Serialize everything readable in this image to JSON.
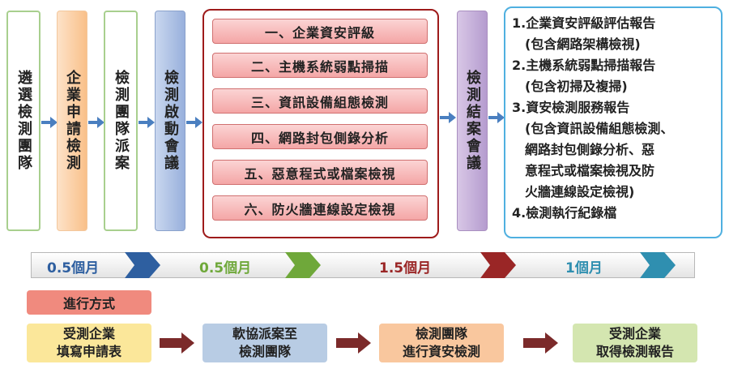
{
  "stages": [
    {
      "label": "遴選檢測團隊"
    },
    {
      "label": "企業申請檢測"
    },
    {
      "label": "檢測團隊派案"
    },
    {
      "label": "檢測啟動會議"
    },
    {
      "label": "檢測結案會議"
    }
  ],
  "items": [
    "一、企業資安評級",
    "二、主機系統弱點掃描",
    "三、資訊設備組態檢測",
    "四、網路封包側錄分析",
    "五、惡意程式或檔案檢視",
    "六、防火牆連線設定檢視"
  ],
  "reports": [
    "1.企業資安評級評估報告",
    "(包含網路架構檢視)",
    "2.主機系統弱點掃描報告",
    "(包含初掃及複掃)",
    "3.資安檢測服務報告",
    "(包含資訊設備組態檢測、",
    "網路封包側錄分析、惡",
    "意程式或檔案檢視及防",
    "火牆連線設定檢視)",
    "4.檢測執行紀錄檔"
  ],
  "timeline": [
    {
      "label": "0.5個月",
      "color": "#2e5fa0"
    },
    {
      "label": "0.5個月",
      "color": "#6fa83a"
    },
    {
      "label": "1.5個月",
      "color": "#9a2626"
    },
    {
      "label": "1個月",
      "color": "#2f8fb0"
    }
  ],
  "method_label": "進行方式",
  "steps": [
    {
      "line1": "受測企業",
      "line2": "填寫申請表",
      "color": "#fbe79a"
    },
    {
      "line1": "軟協派案至",
      "line2": "檢測團隊",
      "color": "#b8cce4"
    },
    {
      "line1": "檢測團隊",
      "line2": "進行資安檢測",
      "color": "#f9c79e"
    },
    {
      "line1": "受測企業",
      "line2": "取得檢測報告",
      "color": "#d4e6b0"
    }
  ],
  "colors": {
    "stage_arrow": "#4a7fc0",
    "step_arrow": "#7b2a2a",
    "item_frame": "#9e1b1b",
    "report_frame": "#4fb0e0"
  }
}
